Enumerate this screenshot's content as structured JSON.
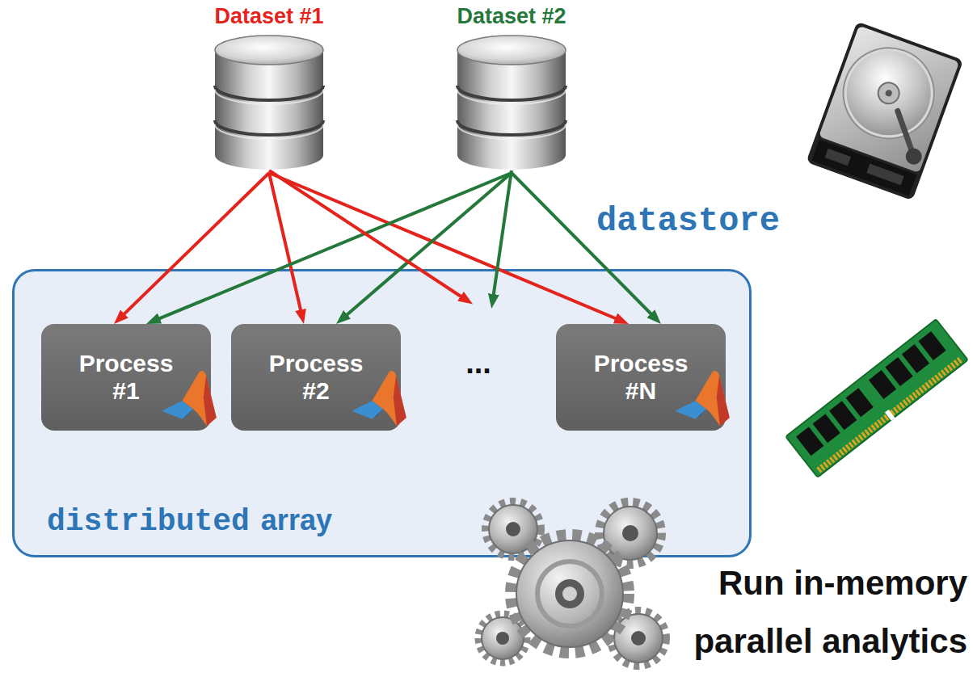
{
  "diagram": {
    "nodes": [
      {
        "text": [
          "Dataset #1"
        ]
      },
      {
        "text": [
          "Dataset #2"
        ]
      },
      {
        "text": [
          "distributed",
          "array"
        ]
      },
      {
        "text": [
          "Process #1"
        ],
        "in": 2
      },
      {
        "text": [
          "Process #2"
        ],
        "in": 2
      },
      {
        "text": [
          "Process #N"
        ],
        "in": 2
      }
    ],
    "edges": [
      {
        "from": 0,
        "to": 3,
        "arrow": "to"
      },
      {
        "from": 0,
        "to": 4,
        "arrow": "to"
      },
      {
        "from": 0,
        "to": 5,
        "arrow": "to"
      },
      {
        "from": 1,
        "to": 3,
        "arrow": "to"
      },
      {
        "from": 1,
        "to": 4,
        "arrow": "to"
      },
      {
        "from": 1,
        "to": 5,
        "arrow": "to"
      }
    ],
    "labels": [
      "datastore",
      "...",
      "Run in-memory parallel analytics"
    ]
  }
}
